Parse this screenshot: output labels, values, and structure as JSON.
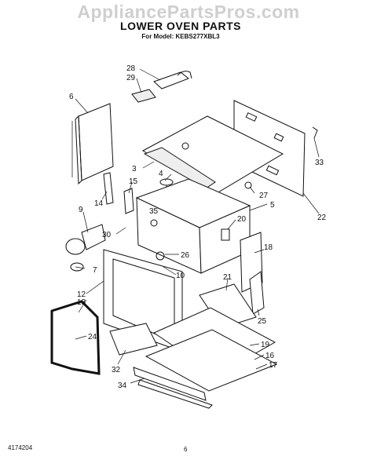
{
  "watermark": "AppliancePartsPros.com",
  "title": "LOWER OVEN PARTS",
  "subtitle": "For Model: KEBS277XBL3",
  "footer": {
    "doc_number": "4174204",
    "page": "6"
  },
  "callouts": [
    "28",
    "29",
    "6",
    "33",
    "3",
    "15",
    "4",
    "27",
    "14",
    "5",
    "22",
    "9",
    "35",
    "20",
    "30",
    "26",
    "18",
    "7",
    "10",
    "21",
    "12",
    "13",
    "25",
    "24",
    "19",
    "16",
    "32",
    "17",
    "34"
  ]
}
